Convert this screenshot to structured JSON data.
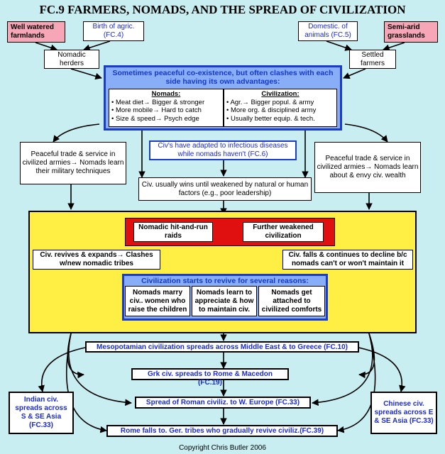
{
  "title": "FC.9 FARMERS, NOMADS, AND THE SPREAD OF CIVILIZATION",
  "top": {
    "left_pink": "Well watered farmlands",
    "left_blue": "Birth of agric. (FC.4)",
    "right_blue": "Domestic. of animals (FC.5)",
    "right_pink": "Semi-arid grasslands",
    "nomadic": "Nomadic herders",
    "settled": "Settled farmers"
  },
  "header": {
    "text": "Sometimes peaceful co-existence, but often clashes with each side having its own advantages:",
    "nomads_title": "Nomads:",
    "nomads": [
      "• Meat diet→ Bigger & stronger",
      "• More mobile→ Hard to catch",
      "• Size & speed→ Psych edge"
    ],
    "civ_title": "Civilization:",
    "civ": [
      "• Agr.→ Bigger popul. & army",
      "• More org. & disciplined army",
      "• Usually better equip. & tech."
    ]
  },
  "middle": {
    "left": "Peaceful trade & service in civilized armies→ Nomads learn their military techniques",
    "diseases": "Civ's have adapted to infectious diseases while nomads haven't (FC.6)",
    "right": "Peaceful trade & service in civilized armies→ Nomads learn about & envy civ. wealth",
    "usually": "Civ. usually wins until weakened by natural or human factors (e.g., poor leadership)"
  },
  "cycle": {
    "raids": "Nomadic hit-and-run raids",
    "weakened": "Further weakened civilization",
    "revives": "Civ. revives & expands→ Clashes w/new nomadic tribes",
    "falls": "Civ. falls & continues to decline b/c nomads can't or won't maintain it",
    "revive_title": "Civilization starts to revive for several reasons:",
    "reasons": [
      "Nomads marry civ.. women who raise the children",
      "Nomads learn to appreciate & how to maintain civ.",
      "Nomads get attached to civilized comforts"
    ]
  },
  "spread": {
    "meso": "Mesopotamian civilization spreads across Middle East & to Greece (FC.10)",
    "grk": "Grk civ. spreads to Rome & Macedon (FC.19)",
    "roman": "Spread of Roman civiliz. to W. Europe (FC.33)",
    "rome": "Rome falls to. Ger. tribes who gradually revive civiliz.(FC.39)",
    "indian": "Indian civ. spreads across S & SE Asia (FC.33)",
    "chinese": "Chinese civ. spreads across E & SE Asia (FC.33)"
  },
  "copyright": "Copyright Chris Butler 2006"
}
